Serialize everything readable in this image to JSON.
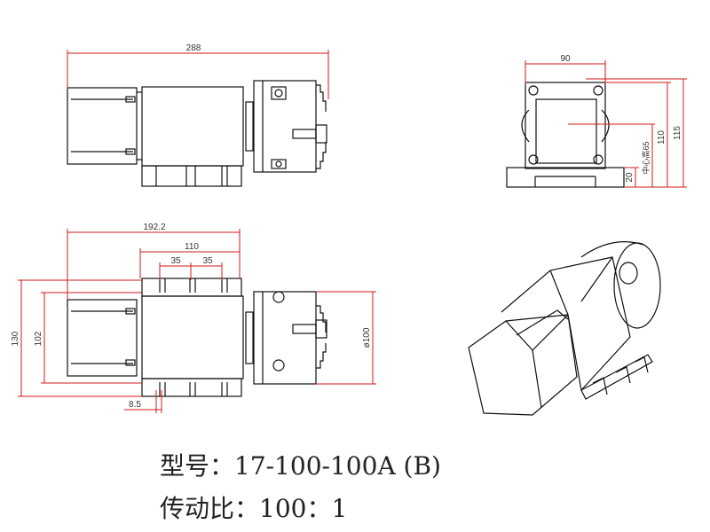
{
  "colors": {
    "outline": "#111111",
    "dimension": "#d11a1a",
    "text": "#333333"
  },
  "top_view": {
    "overall_length": "288"
  },
  "end_view": {
    "width": "90",
    "height_110": "110",
    "height_115": "115",
    "base_height": "20",
    "center_height_label": "中心高65"
  },
  "front_view": {
    "length_192": "192.2",
    "length_110": "110",
    "slot_pitch_1": "35",
    "slot_pitch_2": "35",
    "height_130": "130",
    "height_102": "102",
    "slot_offset": "8.5",
    "chuck_diameter": "ø100"
  },
  "caption": {
    "model_line": "型号：17-100-100A (B)",
    "ratio_line": "传动比：100：1"
  }
}
